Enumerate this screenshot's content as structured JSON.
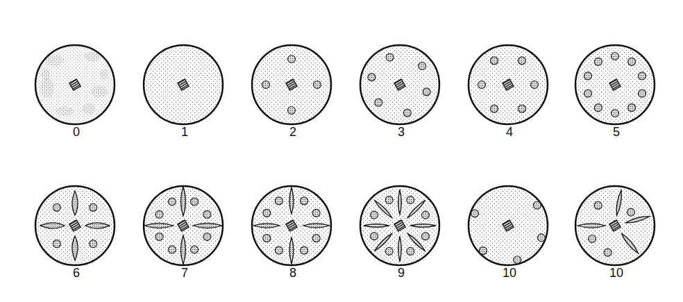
{
  "diagram": {
    "labels": [
      "0",
      "1",
      "2",
      "3",
      "4",
      "5",
      "6",
      "7",
      "8",
      "9",
      "10",
      "10"
    ]
  }
}
